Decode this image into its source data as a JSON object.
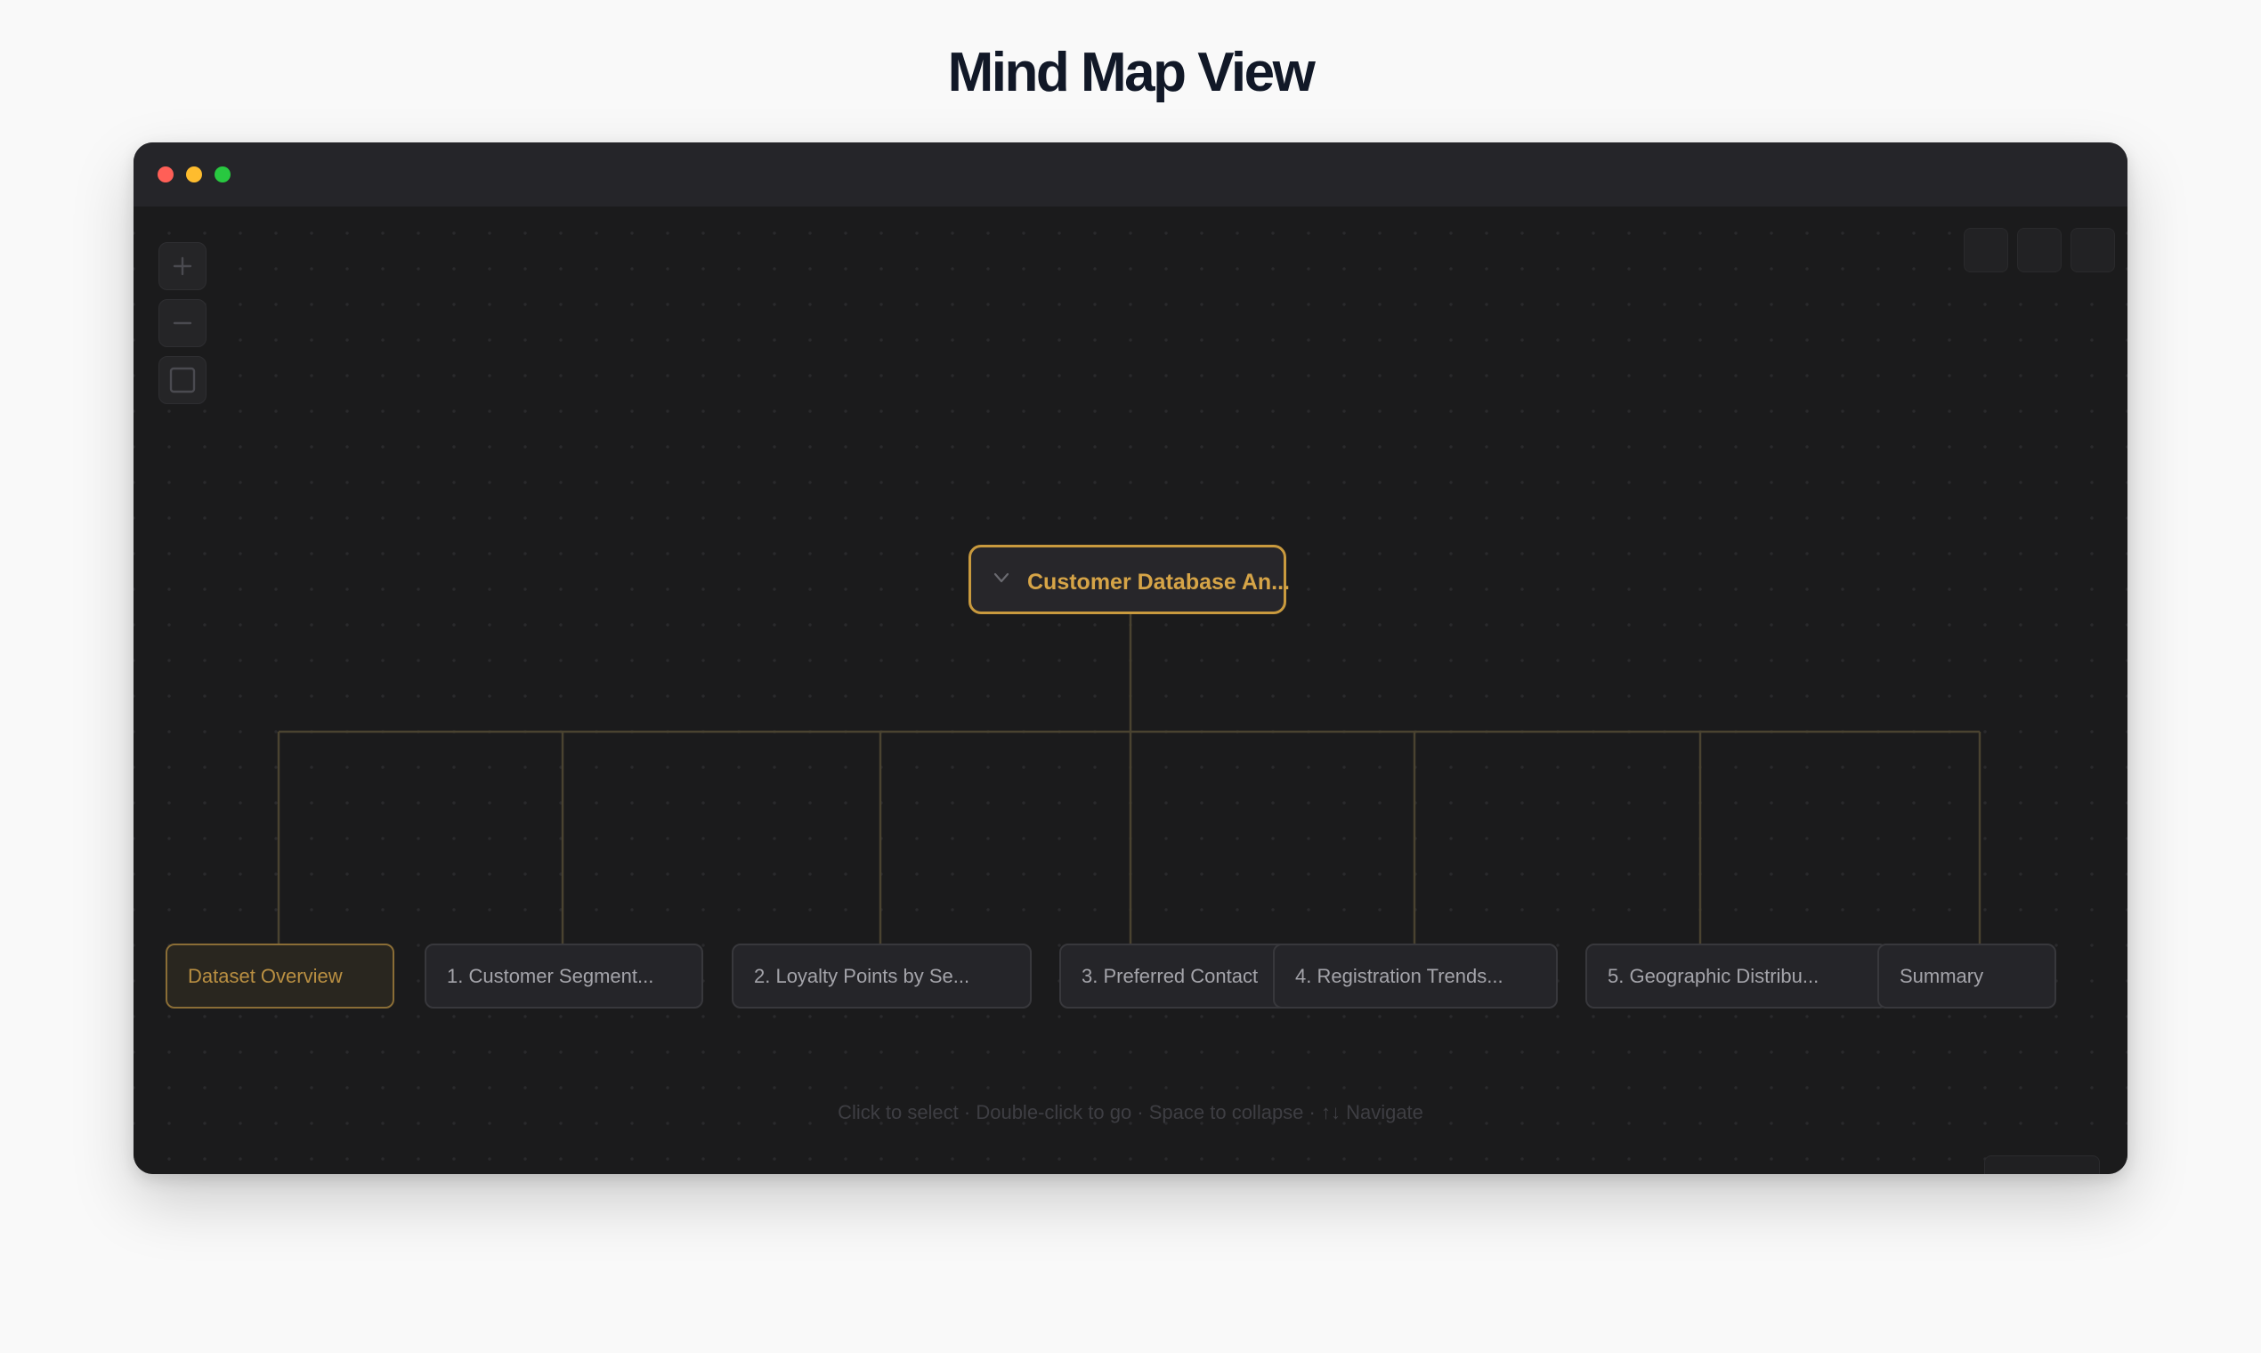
{
  "page": {
    "title": "Mind Map View"
  },
  "window": {
    "controls": [
      "close",
      "minimize",
      "maximize"
    ]
  },
  "zoom_controls": [
    {
      "name": "zoom-in",
      "icon": "plus-icon"
    },
    {
      "name": "zoom-out",
      "icon": "minus-icon"
    },
    {
      "name": "fit-view",
      "icon": "square-icon"
    }
  ],
  "mindmap": {
    "root": {
      "label": "Customer Database An...",
      "icon": "chevron-down-icon",
      "expanded": true
    },
    "children": [
      {
        "label": "Dataset Overview",
        "selected": true
      },
      {
        "label": "1. Customer Segment...",
        "selected": false
      },
      {
        "label": "2. Loyalty Points by Se...",
        "selected": false
      },
      {
        "label": "3. Preferred Contact",
        "selected": false
      },
      {
        "label": "4. Registration Trends...",
        "selected": false
      },
      {
        "label": "5. Geographic Distribu...",
        "selected": false
      },
      {
        "label": "Summary",
        "selected": false
      }
    ]
  },
  "hint": "Click to select · Double-click to go · Space to collapse · ↑↓ Navigate",
  "colors": {
    "accent": "#d6a447",
    "canvas": "#1b1b1c",
    "node_bg": "#252529",
    "connector": "#4a4330"
  }
}
